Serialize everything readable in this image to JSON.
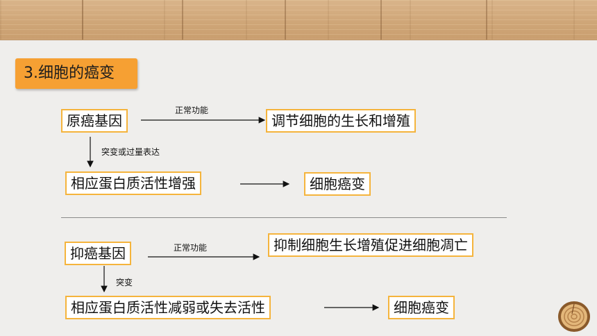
{
  "section_title": "3.细胞的癌变",
  "top": {
    "gene": "原癌基因",
    "normal_label": "正常功能",
    "normal_result": "调节细胞的生长和增殖",
    "mutation_label": "突变或过量表达",
    "protein": "相应蛋白质活性增强",
    "outcome": "细胞癌变"
  },
  "bottom": {
    "gene": "抑癌基因",
    "normal_label": "正常功能",
    "normal_result": "抑制细胞生长增殖促进细胞凋亡",
    "mutation_label": "突变",
    "protein": "相应蛋白质活性减弱或失去活性",
    "outcome": "细胞癌变"
  },
  "colors": {
    "accent": "#f6a033",
    "box_border": "#f5b43c"
  }
}
